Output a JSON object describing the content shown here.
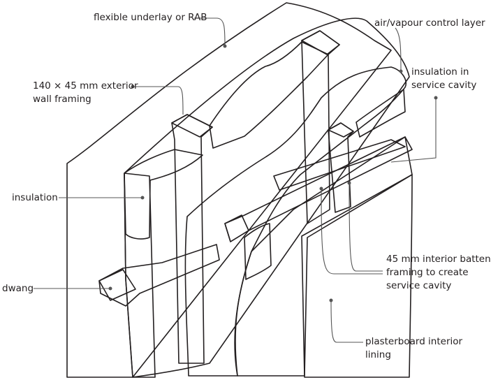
{
  "labels": {
    "underlay": "flexible underlay or RAB",
    "air_vapour": "air/vapour control layer",
    "framing_line1": "140 × 45 mm exterior",
    "framing_line2": "wall framing",
    "service_line1": "insulation in",
    "service_line2": "service cavity",
    "insulation": "insulation",
    "dwang": "dwang",
    "batten_line1": "45 mm interior batten",
    "batten_line2": "framing to create",
    "batten_line3": "service cavity",
    "plasterboard_line1": "plasterboard interior",
    "plasterboard_line2": "lining"
  },
  "colors": {
    "underlay": "#eef3c8",
    "framing_orange": "#f6a93b",
    "framing_dark": "#ef8c22",
    "timber_pink": "#f5c7c0",
    "timber_end": "#d8848b",
    "air_vapour_layer": "#8b8b8b",
    "plasterboard": "#e1d6ec",
    "insulation": "#f39a2a"
  }
}
